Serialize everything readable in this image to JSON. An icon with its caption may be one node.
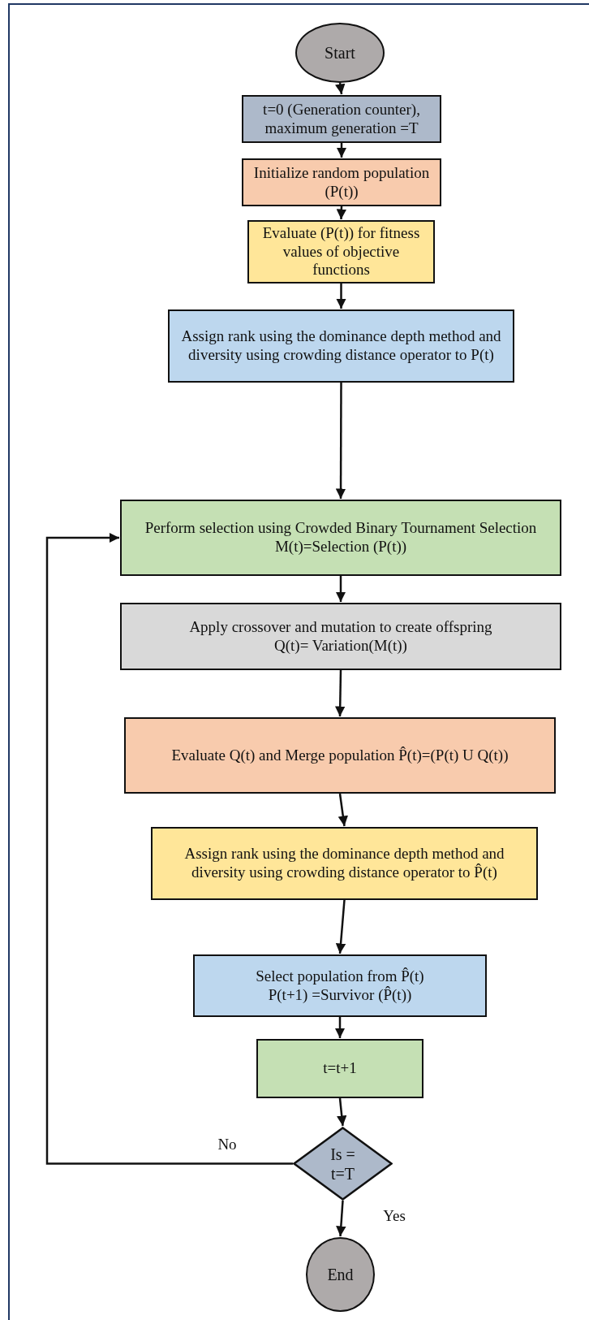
{
  "diagram": {
    "nodes": [
      {
        "text": [
          "Start"
        ]
      },
      {
        "text": [
          "t=0 (Generation counter), maximum generation =T"
        ]
      },
      {
        "text": [
          "Initialize random population (P(t))"
        ]
      },
      {
        "text": [
          "Evaluate (P(t)) for fitness values of objective functions"
        ]
      },
      {
        "text": [
          "Assign rank using the dominance depth method and diversity using crowding distance operator to P(t)"
        ]
      },
      {
        "text": [
          "Perform selection using Crowded Binary Tournament Selection",
          "M(t)=Selection (P(t))"
        ]
      },
      {
        "text": [
          "Apply crossover and mutation to create offspring",
          "Q(t)= Variation(M(t))"
        ]
      },
      {
        "text": [
          "Evaluate Q(t) and Merge population P̂(t)=(P(t) U Q(t))"
        ]
      },
      {
        "text": [
          "Assign rank using the dominance depth method and diversity using crowding distance operator to P̂(t)"
        ]
      },
      {
        "text": [
          "Select population from P̂(t)",
          "P(t+1) =Survivor (P̂(t))"
        ]
      },
      {
        "text": [
          "t=t+1"
        ]
      },
      {
        "text": [
          "Is = t=T"
        ]
      },
      {
        "text": [
          "End"
        ]
      }
    ],
    "edges": [
      {
        "from": 0,
        "to": 1,
        "arrow": "to"
      },
      {
        "from": 1,
        "to": 2,
        "arrow": "to"
      },
      {
        "from": 2,
        "to": 3,
        "arrow": "to"
      },
      {
        "from": 3,
        "to": 4,
        "arrow": "to"
      },
      {
        "from": 4,
        "to": 5,
        "arrow": "to"
      },
      {
        "from": 5,
        "to": 6,
        "arrow": "to"
      },
      {
        "from": 6,
        "to": 7,
        "arrow": "to"
      },
      {
        "from": 7,
        "to": 8,
        "arrow": "to"
      },
      {
        "from": 8,
        "to": 9,
        "arrow": "to"
      },
      {
        "from": 9,
        "to": 10,
        "arrow": "to"
      },
      {
        "from": 10,
        "to": 11,
        "arrow": "to"
      },
      {
        "from": 11,
        "to": 12,
        "arrow": "to",
        "label": "Yes"
      },
      {
        "from": 11,
        "to": 5,
        "arrow": "to",
        "label": "No"
      }
    ]
  }
}
